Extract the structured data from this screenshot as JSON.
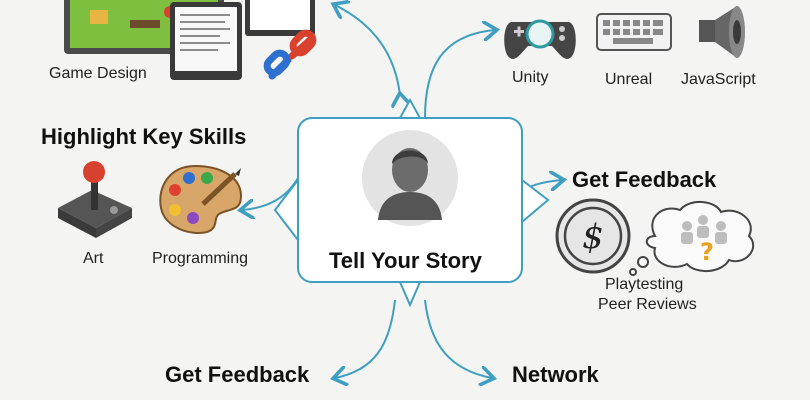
{
  "center": {
    "title": "Tell Your Story",
    "icon": "person-avatar-icon"
  },
  "branches": {
    "top_left": {
      "label": "Game Design",
      "icons": [
        "game-level-screen-icon",
        "document-screen-icon",
        "chain-link-icon"
      ]
    },
    "top_right": {
      "items": [
        {
          "label": "Unity",
          "icon": "gamepad-icon"
        },
        {
          "label": "Unreal",
          "icon": "keyboard-icon"
        },
        {
          "label": "JavaScript",
          "icon": "speaker-icon"
        }
      ]
    },
    "left": {
      "heading": "Highlight Key Skills",
      "items": [
        {
          "label": "Art",
          "icon": "joystick-icon"
        },
        {
          "label": "Programming",
          "icon": "paint-palette-icon"
        }
      ]
    },
    "right": {
      "heading": "Get Feedback",
      "line1": "Playtesting",
      "line2": "Peer Reviews",
      "icons": [
        "coin-dollar-icon",
        "thought-bubble-people-icon"
      ]
    },
    "bottom_left": {
      "heading": "Get Feedback"
    },
    "bottom_right": {
      "heading": "Network"
    }
  },
  "colors": {
    "connector": "#3f9fc0",
    "node_border": "#3f9fc0",
    "background": "#f4f4f2"
  }
}
